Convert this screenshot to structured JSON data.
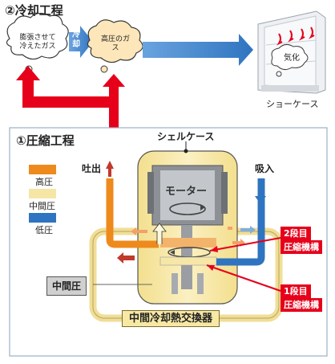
{
  "cooling_process": {
    "title": "②冷却工程",
    "cloud1_text": "膨張させて冷えたガス",
    "cool_label": "冷却",
    "cloud2_text": "高圧のガス",
    "showcase_cloud_text": "気化",
    "showcase_label": "ショーケース"
  },
  "compression_process": {
    "title": "①圧縮工程",
    "shell_case_label": "シェルケース",
    "discharge_label": "吐出",
    "suction_label": "吸入",
    "motor_label": "モーター",
    "intermediate_pressure_box": "中間圧",
    "stage2_label": [
      "2段目",
      "圧縮機構"
    ],
    "stage1_label": [
      "1段目",
      "圧縮機構"
    ],
    "heat_exchanger_label": "中間冷却熱交換器"
  },
  "legend": [
    {
      "label": "高圧",
      "color": "#ee8a1c"
    },
    {
      "label": "中間圧",
      "color": "#f5e6a6"
    },
    {
      "label": "低圧",
      "color": "#2f74c0"
    }
  ],
  "colors": {
    "accent_red": "#e6001a",
    "flow_blue": "#3d7fc8",
    "shell_fill": "#f7e8a4",
    "panel_border": "#9ab0c8"
  }
}
